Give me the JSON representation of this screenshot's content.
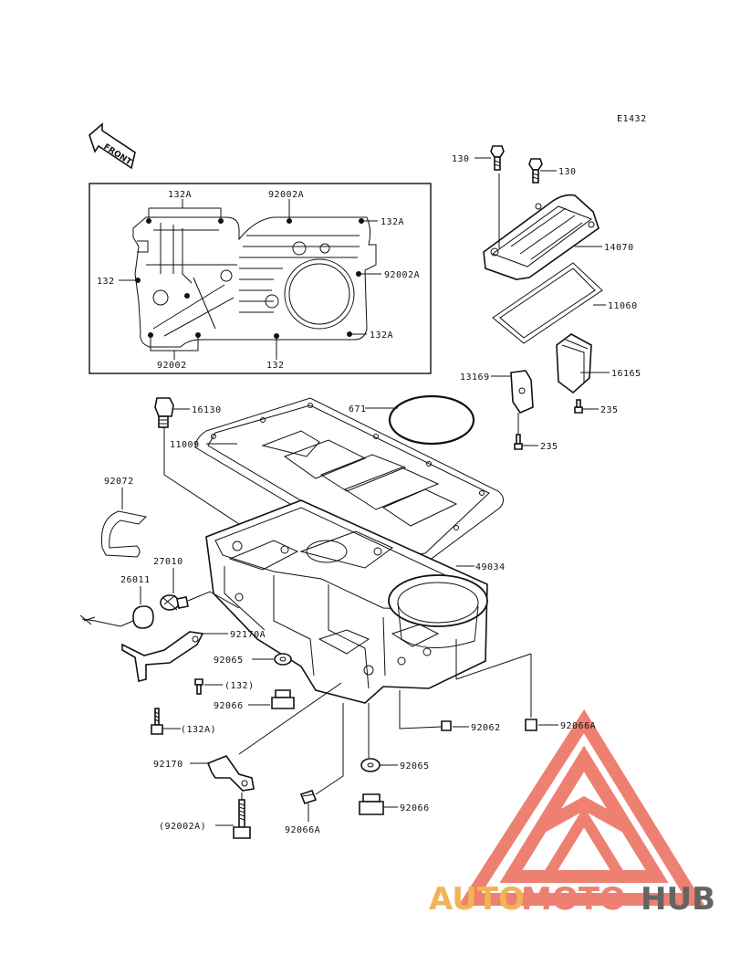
{
  "diagram_code": "E1432",
  "front_label": "FRONT",
  "inset_labels": {
    "l_132a_top": "132A",
    "l_92002a_top": "92002A",
    "l_132a_right": "132A",
    "l_132_left": "132",
    "l_92002a_right": "92002A",
    "l_132a_bottom_right": "132A",
    "l_92002_bottom": "92002",
    "l_132_bottom": "132"
  },
  "part_labels": {
    "p130_a": "130",
    "p130_b": "130",
    "p14070": "14070",
    "p11060": "11060",
    "p16165": "16165",
    "p13169": "13169",
    "p235_a": "235",
    "p235_b": "235",
    "p16130": "16130",
    "p671": "671",
    "p11009": "11009",
    "p92072": "92072",
    "p49034": "49034",
    "p27010": "27010",
    "p26011": "26011",
    "p92170a": "92170A",
    "p92065_a": "92065",
    "p132_paren": "(132)",
    "p92066_a": "92066",
    "p132a_paren": "(132A)",
    "p92062": "92062",
    "p92066a_a": "92066A",
    "p92170": "92170",
    "p92065_b": "92065",
    "p92066_b": "92066",
    "p92002a_paren": "(92002A)",
    "p92066a_b": "92066A"
  },
  "watermark": {
    "part1": "AUTO",
    "part2": "MOTO",
    "part3": "HUB",
    "colors": {
      "auto": "#f0a63a",
      "moto": "#ec6a5a",
      "hub": "#4a4a4a",
      "triangle": "#f08a82"
    }
  }
}
